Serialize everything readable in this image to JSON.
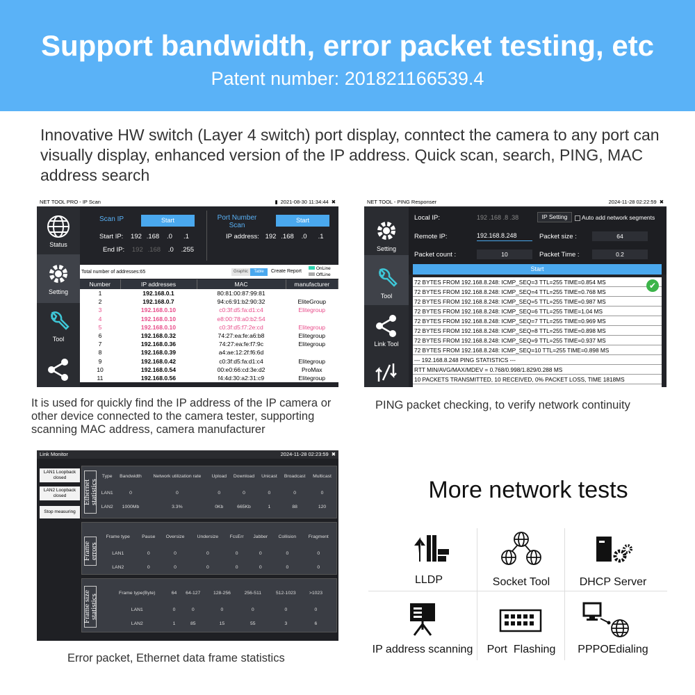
{
  "banner": {
    "title": "Support bandwidth, error packet testing, etc",
    "subtitle": "Patent number: 201821166539.4"
  },
  "intro": "Innovative HW switch (Layer 4 switch) port display, conntect the camera to any port can visually display, enhanced version of the IP address. Quick scan, search, PING, MAC address search",
  "ipscan": {
    "title": "NET TOOL PRO - IP Scan",
    "datetime": "2021-08-30 11:34:44",
    "sidebar": [
      "Status",
      "Setting",
      "Tool"
    ],
    "scan_ip": "Scan IP",
    "start": "Start",
    "start_ip_label": "Start IP:",
    "end_ip_label": "End IP:",
    "start_ip": [
      "192",
      ".168",
      ".0",
      ".1"
    ],
    "end_ip": [
      "192",
      ".168",
      ".0",
      ".255"
    ],
    "port_scan": "Port Number Scan",
    "ip_address_label": "IP address:",
    "ip_address": [
      "192",
      ".168",
      ".0",
      ".1"
    ],
    "total": "Total number of addresses:65",
    "graphic": "Graphic",
    "table": "Table",
    "create_report": "Create Report",
    "online": "OnLine",
    "offline": "OffLine",
    "columns": [
      "Number",
      "IP addresses",
      "MAC",
      "manufacturer"
    ],
    "rows": [
      [
        "1",
        "192.168.0.1",
        "80:81:00:87:99:81",
        ""
      ],
      [
        "2",
        "192.168.0.7",
        "94:c6:91:b2:90:32",
        "EliteGroup"
      ],
      [
        "3",
        "192.168.0.10",
        "c0:3f:d5:fa:d1:c4",
        "Elitegroup"
      ],
      [
        "4",
        "192.168.0.10",
        "e8:00:78:a0:b2:54",
        ""
      ],
      [
        "5",
        "192.168.0.10",
        "c0:3f:d5:f7:2e:cd",
        "Elitegroup"
      ],
      [
        "6",
        "192.168.0.32",
        "74:27:ea:fe:a6:b8",
        "Elitegroup"
      ],
      [
        "7",
        "192.168.0.36",
        "74:27:ea:fe:f7:9c",
        "Elitegroup"
      ],
      [
        "8",
        "192.168.0.39",
        "a4:ae:12:2f:f6:6d",
        ""
      ],
      [
        "9",
        "192.168.0.42",
        "c0:3f:d5:fa:d1:c4",
        "Elitegroup"
      ],
      [
        "10",
        "192.168.0.54",
        "00:e0:66:cd:3e:d2",
        "ProMax"
      ],
      [
        "11",
        "192.168.0.56",
        "f4:4d:30:a2:31:c9",
        "Elitegroup"
      ]
    ],
    "pink_rows": [
      2,
      3,
      4
    ],
    "caption": "It is used for quickly find the IP address of the IP camera or other device connected to the camera tester, supporting scanning MAC address, camera manufacturer"
  },
  "ping": {
    "title": "NET TOOL - PING Responser",
    "datetime": "2024-11-28 02:22:59",
    "sidebar": [
      "Setting",
      "Tool",
      "Link Tool"
    ],
    "local_ip_label": "Local IP:",
    "local_ip": [
      "192",
      ".168",
      ".8",
      ".38"
    ],
    "ip_setting": "IP Setting",
    "auto_add": "Auto add network segments",
    "remote_ip_label": "Remote IP:",
    "remote_ip": "192.168.8.248",
    "packet_size_label": "Packet size :",
    "packet_size": "64",
    "packet_count_label": "Packet count :",
    "packet_count": "10",
    "packet_time_label": "Packet Time :",
    "packet_time": "0.2",
    "start": "Start",
    "lines": [
      "72 BYTES FROM 192.168.8.248: ICMP_SEQ=3 TTL=255 TIME=0.854 MS",
      "72 BYTES FROM 192.168.8.248: ICMP_SEQ=4 TTL=255 TIME=0.768 MS",
      "72 BYTES FROM 192.168.8.248: ICMP_SEQ=5 TTL=255 TIME=0.987 MS",
      "72 BYTES FROM 192.168.8.248: ICMP_SEQ=6 TTL=255 TIME=1.04 MS",
      "72 BYTES FROM 192.168.8.248: ICMP_SEQ=7 TTL=255 TIME=0.969 MS",
      "72 BYTES FROM 192.168.8.248: ICMP_SEQ=8 TTL=255 TIME=0.898 MS",
      "72 BYTES FROM 192.168.8.248: ICMP_SEQ=9 TTL=255 TIME=0.937 MS",
      "72 BYTES FROM 192.168.8.248: ICMP_SEQ=10 TTL=255 TIME=0.898 MS",
      "--- 192.168.8.248 PING STATISTICS ---",
      "RTT MIN/AVG/MAX/MDEV = 0.768/0.998/1.829/0.288 MS",
      "10 PACKETS TRANSMITTED, 10 RECEIVED, 0% PACKET LOSS, TIME 1818MS"
    ],
    "caption": "PING packet checking, to verify network continuity"
  },
  "link": {
    "title": "Link Monitor",
    "datetime": "2024-11-28 02:23:59",
    "buttons": [
      "LAN1 Loopback closed",
      "LAN2 Loopback closed",
      "Stop measuring"
    ],
    "ethernet": {
      "label": "Ethernet statistics",
      "headers": [
        "Type",
        "Bandwidth",
        "Network utilization rate",
        "Upload",
        "Download",
        "Unicast",
        "Broadcast",
        "Multicast"
      ],
      "rows": [
        [
          "LAN1",
          "0",
          "0",
          "0",
          "0",
          "0",
          "0",
          "0"
        ],
        [
          "LAN2",
          "1000Mb",
          "3.3%",
          "0Kb",
          "665Kb",
          "1",
          "88",
          "120"
        ]
      ]
    },
    "frame": {
      "label": "Frame errors",
      "headers": [
        "Frame type",
        "Pause",
        "Oversize",
        "Undersize",
        "FcsErr",
        "Jabber",
        "Collision",
        "Fragment"
      ],
      "rows": [
        [
          "LAN1",
          "0",
          "0",
          "0",
          "0",
          "0",
          "0",
          "0"
        ],
        [
          "LAN2",
          "0",
          "0",
          "0",
          "0",
          "0",
          "0",
          "0"
        ]
      ]
    },
    "size": {
      "label": "Frame size statistics",
      "headers": [
        "Frame type(Byte)",
        "64",
        "64-127",
        "128-256",
        "256-511",
        "512-1023",
        ">1023"
      ],
      "rows": [
        [
          "LAN1",
          "0",
          "0",
          "0",
          "0",
          "0",
          "0"
        ],
        [
          "LAN2",
          "1",
          "85",
          "15",
          "55",
          "3",
          "6"
        ]
      ]
    },
    "caption": "Error packet, Ethernet data frame statistics"
  },
  "tests": {
    "title": "More network tests",
    "items": [
      {
        "label": "LLDP",
        "icon": "lldp-icon"
      },
      {
        "label": "Socket Tool",
        "icon": "socket-tool-icon"
      },
      {
        "label": "DHCP Server",
        "icon": "dhcp-server-icon"
      },
      {
        "label": "IP address scanning",
        "icon": "ip-scan-icon"
      },
      {
        "label": "Port  Flashing",
        "icon": "port-flashing-icon"
      },
      {
        "label": "PPPOEdialing",
        "icon": "pppoe-icon"
      }
    ]
  }
}
